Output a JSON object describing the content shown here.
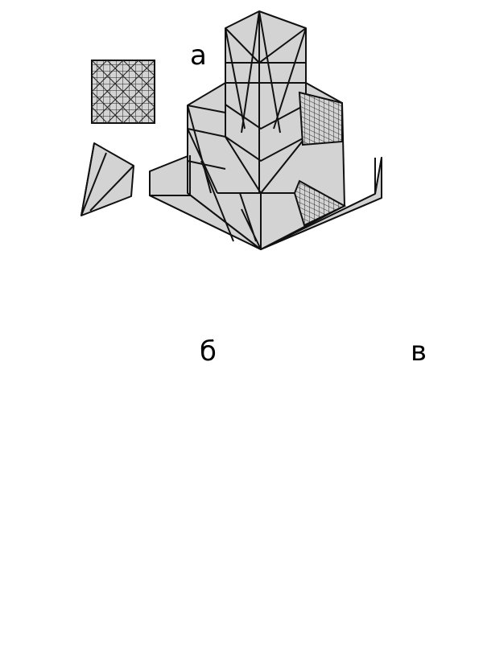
{
  "labels": {
    "panel_a": "а",
    "panel_b": "б",
    "panel_v": "в"
  },
  "colors": {
    "face": "#d3d3d3",
    "face_dark": "#b9b9b9",
    "line": "#111111",
    "background": "#ffffff"
  }
}
